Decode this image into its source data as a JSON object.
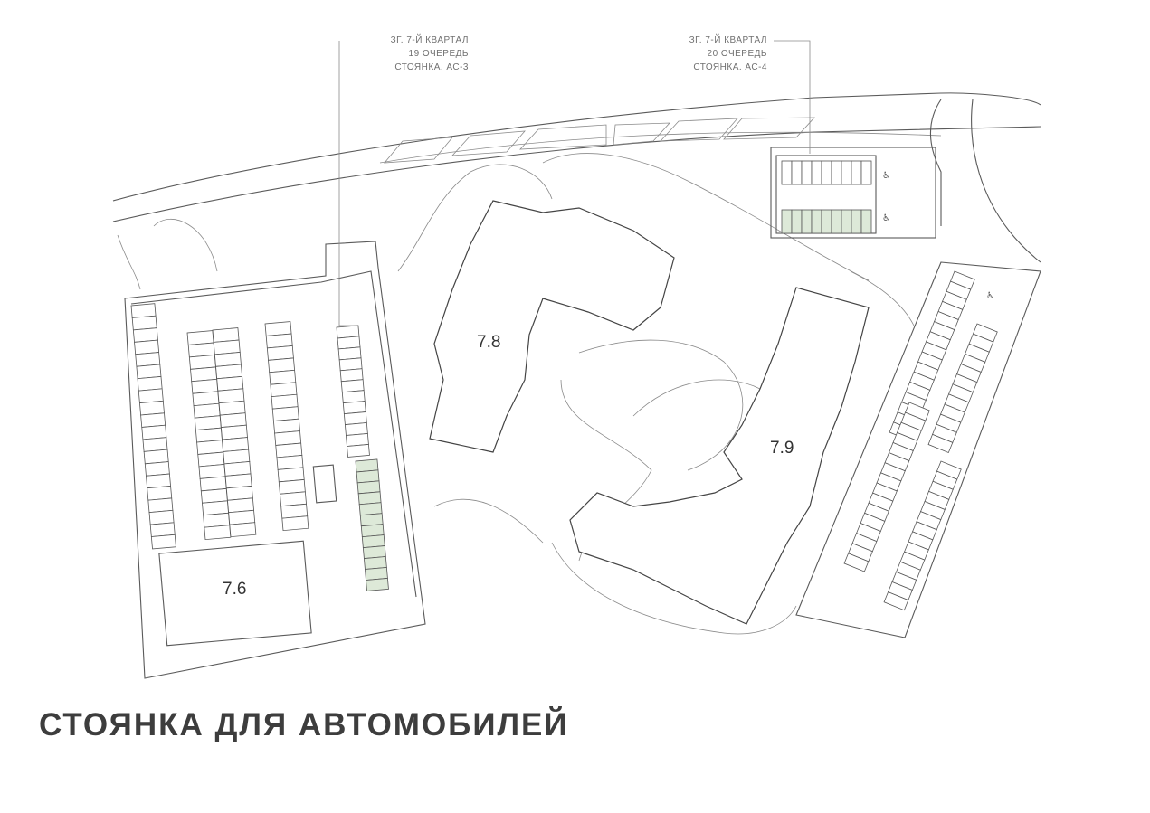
{
  "title": "СТОЯНКА ДЛЯ АВТОМОБИЛЕЙ",
  "callouts": [
    {
      "lines": [
        "ЗГ. 7-Й КВАРТАЛ",
        "19 ОЧЕРЕДЬ",
        "СТОЯНКА. АС-3"
      ]
    },
    {
      "lines": [
        "ЗГ. 7-Й КВАРТАЛ",
        "20 ОЧЕРЕДЬ",
        "СТОЯНКА. АС-4"
      ]
    }
  ],
  "buildings": [
    {
      "label": "7.6"
    },
    {
      "label": "7.8"
    },
    {
      "label": "7.9"
    }
  ],
  "colors": {
    "line": "#5a5a5a",
    "highlight_parking": "#dde9d8",
    "title": "#3d3d3d"
  },
  "icons": [
    "accessible-parking-icon"
  ]
}
